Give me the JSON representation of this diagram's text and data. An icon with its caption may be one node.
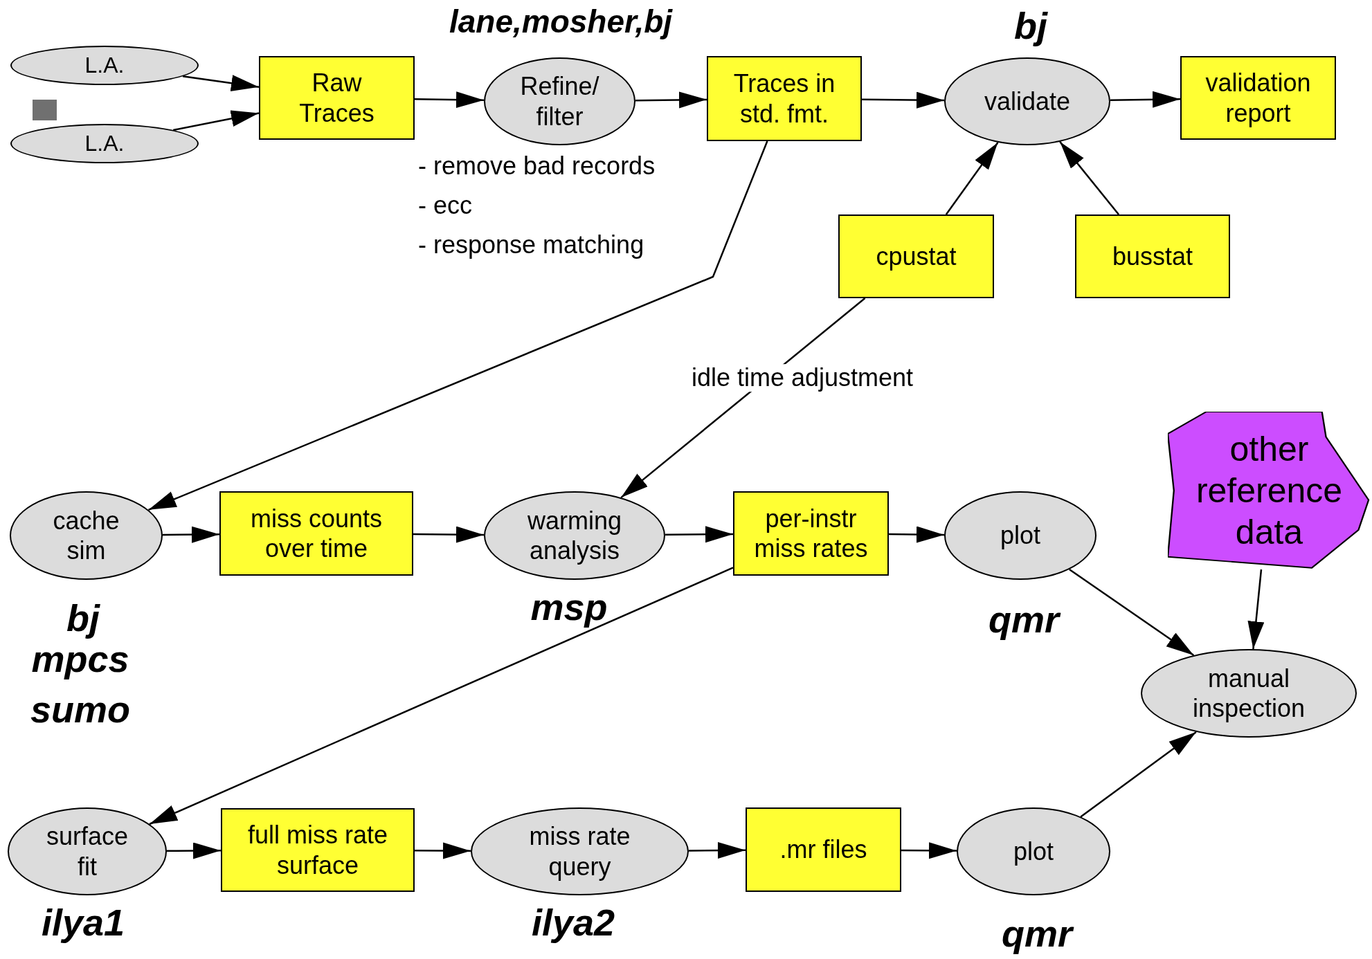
{
  "diagram": {
    "nodes": [
      {
        "text": [
          "L.A."
        ]
      },
      {
        "text": [
          "L.A."
        ]
      },
      {
        "text": [
          "Raw Traces"
        ]
      },
      {
        "text": [
          "Refine/ filter"
        ],
        "beside": [
          "- remove bad records",
          "- ecc",
          "- response matching"
        ]
      },
      {
        "text": [
          "Traces in std. fmt."
        ]
      },
      {
        "text": [
          "validate"
        ]
      },
      {
        "text": [
          "validation report"
        ]
      },
      {
        "text": [
          "cpustat"
        ]
      },
      {
        "text": [
          "busstat"
        ]
      },
      {
        "text": [
          "cache sim"
        ]
      },
      {
        "text": [
          "miss counts over time"
        ]
      },
      {
        "text": [
          "warming analysis"
        ]
      },
      {
        "text": [
          "per-instr miss rates"
        ]
      },
      {
        "text": [
          "plot"
        ]
      },
      {
        "text": [
          "other reference data"
        ]
      },
      {
        "text": [
          "manual inspection"
        ]
      },
      {
        "text": [
          "surface fit"
        ]
      },
      {
        "text": [
          "full miss rate surface"
        ]
      },
      {
        "text": [
          "miss rate query"
        ]
      },
      {
        "text": [
          ".mr files"
        ]
      },
      {
        "text": [
          "plot"
        ]
      }
    ],
    "edges": [
      {
        "from": 0,
        "to": 2,
        "arrow": "to"
      },
      {
        "from": 1,
        "to": 2,
        "arrow": "to"
      },
      {
        "from": 2,
        "to": 3,
        "arrow": "to"
      },
      {
        "from": 3,
        "to": 4,
        "arrow": "to"
      },
      {
        "from": 4,
        "to": 5,
        "arrow": "to"
      },
      {
        "from": 5,
        "to": 6,
        "arrow": "to"
      },
      {
        "from": 7,
        "to": 5,
        "arrow": "to"
      },
      {
        "from": 8,
        "to": 5,
        "arrow": "to"
      },
      {
        "from": 4,
        "to": 9,
        "arrow": "to"
      },
      {
        "from": 9,
        "to": 10,
        "arrow": "to"
      },
      {
        "from": 10,
        "to": 11,
        "arrow": "to"
      },
      {
        "from": 7,
        "to": 11,
        "arrow": "to",
        "label": "idle time adjustment"
      },
      {
        "from": 11,
        "to": 12,
        "arrow": "to"
      },
      {
        "from": 12,
        "to": 13,
        "arrow": "to"
      },
      {
        "from": 13,
        "to": 15,
        "arrow": "to"
      },
      {
        "from": 14,
        "to": 15,
        "arrow": "to"
      },
      {
        "from": 12,
        "to": 16,
        "arrow": "to"
      },
      {
        "from": 16,
        "to": 17,
        "arrow": "to"
      },
      {
        "from": 17,
        "to": 18,
        "arrow": "to"
      },
      {
        "from": 18,
        "to": 19,
        "arrow": "to"
      },
      {
        "from": 19,
        "to": 20,
        "arrow": "to"
      },
      {
        "from": 20,
        "to": 15,
        "arrow": "to"
      }
    ],
    "labels": [
      "lane,mosher,bj",
      "bj",
      "bj",
      "mpcs",
      "sumo",
      "msp",
      "qmr",
      "ilya1",
      "ilya2",
      "qmr"
    ]
  }
}
